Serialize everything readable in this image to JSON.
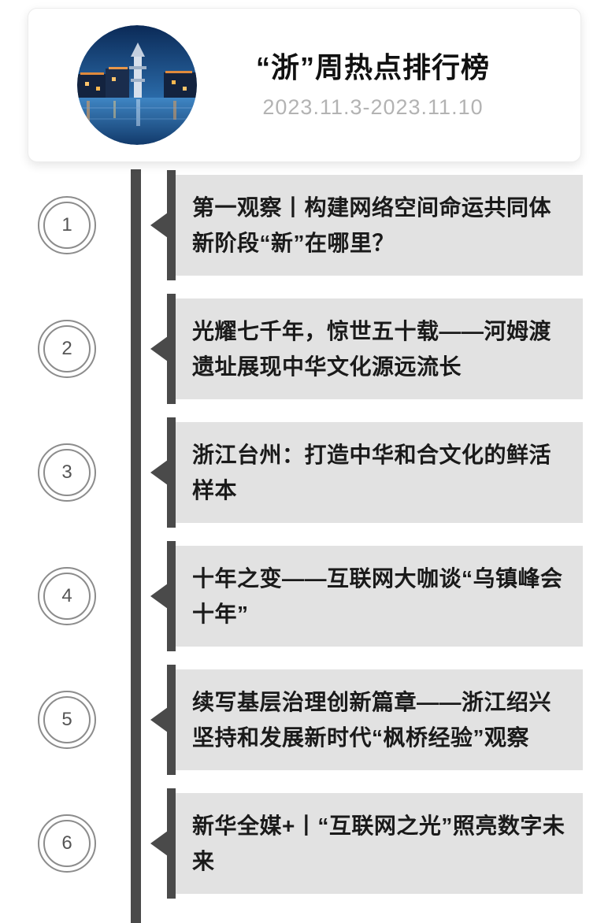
{
  "header": {
    "title": "“浙”周热点排行榜",
    "date_range": "2023.11.3-2023.11.10",
    "image": "water-town-night-photo"
  },
  "items": [
    {
      "rank": "1",
      "title": "第一观察丨构建网络空间命运共同体新阶段“新”在哪里？"
    },
    {
      "rank": "2",
      "title": "光耀七千年，惊世五十载——河姆渡遗址展现中华文化源远流长"
    },
    {
      "rank": "3",
      "title": "浙江台州：打造中华和合文化的鲜活样本"
    },
    {
      "rank": "4",
      "title": "十年之变——互联网大咖谈“乌镇峰会十年”"
    },
    {
      "rank": "5",
      "title": "续写基层治理创新篇章——浙江绍兴坚持和发展新时代“枫桥经验”观察"
    },
    {
      "rank": "6",
      "title": "新华全媒+丨“互联网之光”照亮数字未来"
    }
  ],
  "colors": {
    "timeline": "#4a4a4a",
    "item_background": "#e2e2e2",
    "ring": "#8c8c8c",
    "date_text": "#b3b3b3",
    "title_text": "#111111"
  }
}
